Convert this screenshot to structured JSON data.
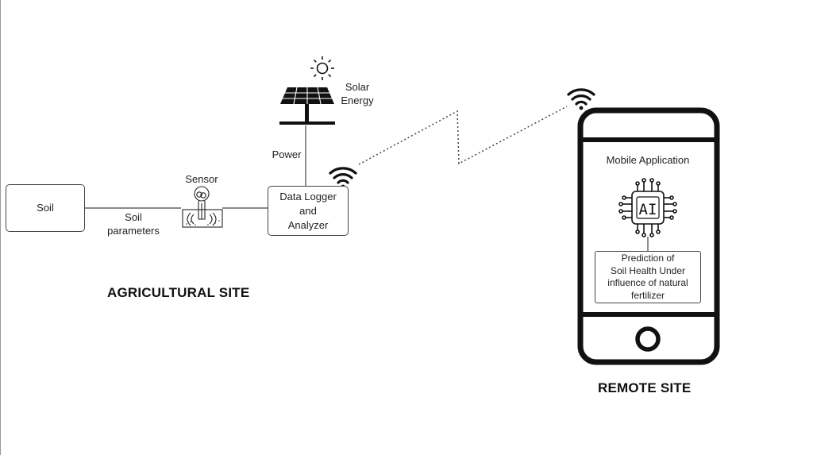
{
  "diagram": {
    "agricultural": {
      "site_label": "AGRICULTURAL SITE",
      "soil_box": "Soil",
      "soil_parameters_lines": [
        "Soil",
        "parameters"
      ],
      "sensor_label": "Sensor",
      "logger_lines": [
        "Data Logger",
        "and",
        "Analyzer"
      ],
      "power_label": "Power",
      "solar_lines": [
        "Solar",
        "Energy"
      ]
    },
    "remote": {
      "site_label": "REMOTE SITE",
      "app_title": "Mobile Application",
      "ai_chip_text": "AI",
      "prediction_lines": [
        "Prediction of",
        "Soil Health Under",
        "influence of natural",
        "fertilizer"
      ]
    },
    "icons": [
      "sun-icon",
      "solar-panel-icon",
      "sensor-icon",
      "wifi-icon",
      "ai-chip-icon",
      "smartphone-icon",
      "home-button-icon"
    ],
    "colors": {
      "line": "#444444",
      "dark": "#111111",
      "background": "#ffffff"
    }
  }
}
